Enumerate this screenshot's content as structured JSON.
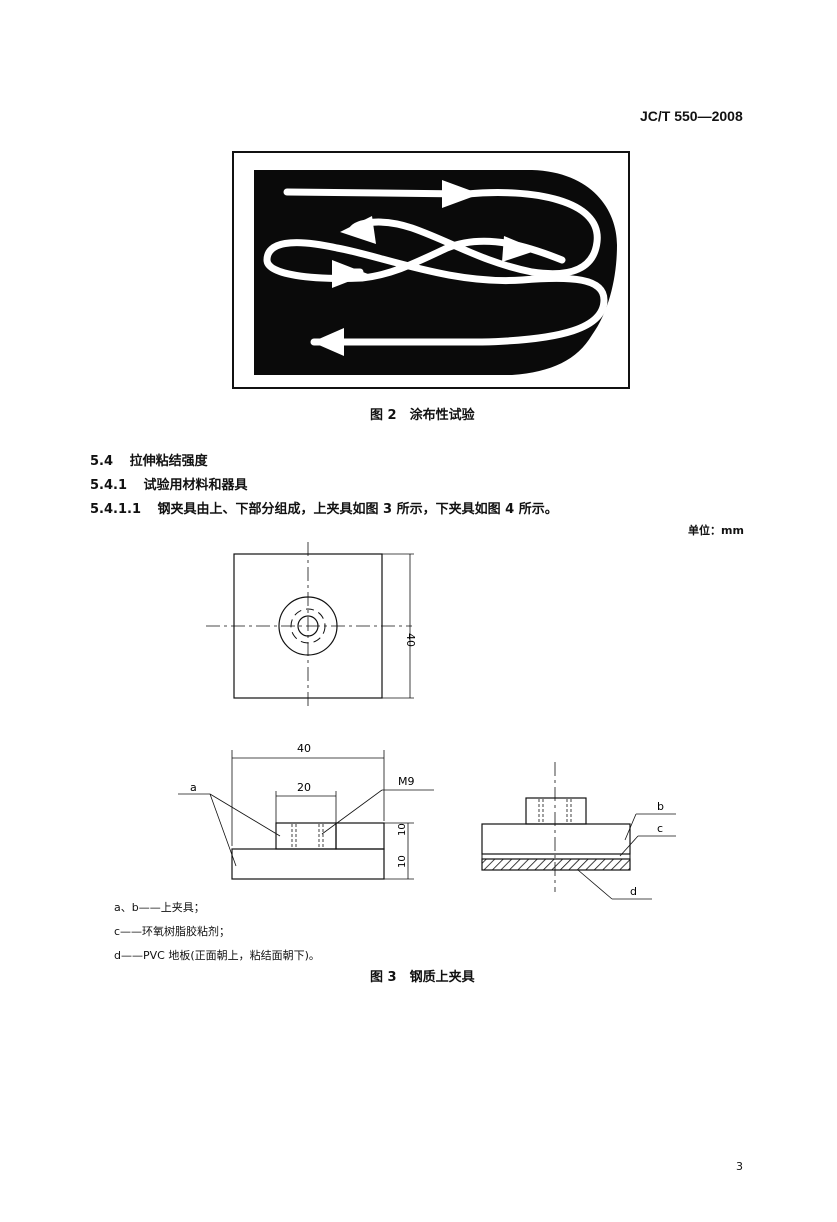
{
  "header": {
    "doc_code": "JC/T 550—2008"
  },
  "figure2": {
    "caption": "图 2　涂布性试验"
  },
  "sections": {
    "s54": {
      "num": "5.4",
      "title": "拉伸粘结强度"
    },
    "s541": {
      "num": "5.4.1",
      "title": "试验用材料和器具"
    },
    "s5411": {
      "num": "5.4.1.1",
      "text": "钢夹具由上、下部分组成，上夹具如图 3 所示，下夹具如图 4 所示。"
    }
  },
  "unit_note": "单位：mm",
  "figure3": {
    "dims": {
      "width_top": "40",
      "width_front": "40",
      "boss": "20",
      "thread": "M9",
      "h1": "10",
      "h2": "10"
    },
    "labels": {
      "a": "a",
      "b": "b",
      "c": "c",
      "d": "d"
    },
    "legend": [
      "a、b——上夹具；",
      "c——环氧树脂胶粘剂；",
      "d——PVC 地板(正面朝上，粘结面朝下)。"
    ],
    "caption": "图 3　钢质上夹具"
  },
  "footer": {
    "page_number": "3"
  }
}
